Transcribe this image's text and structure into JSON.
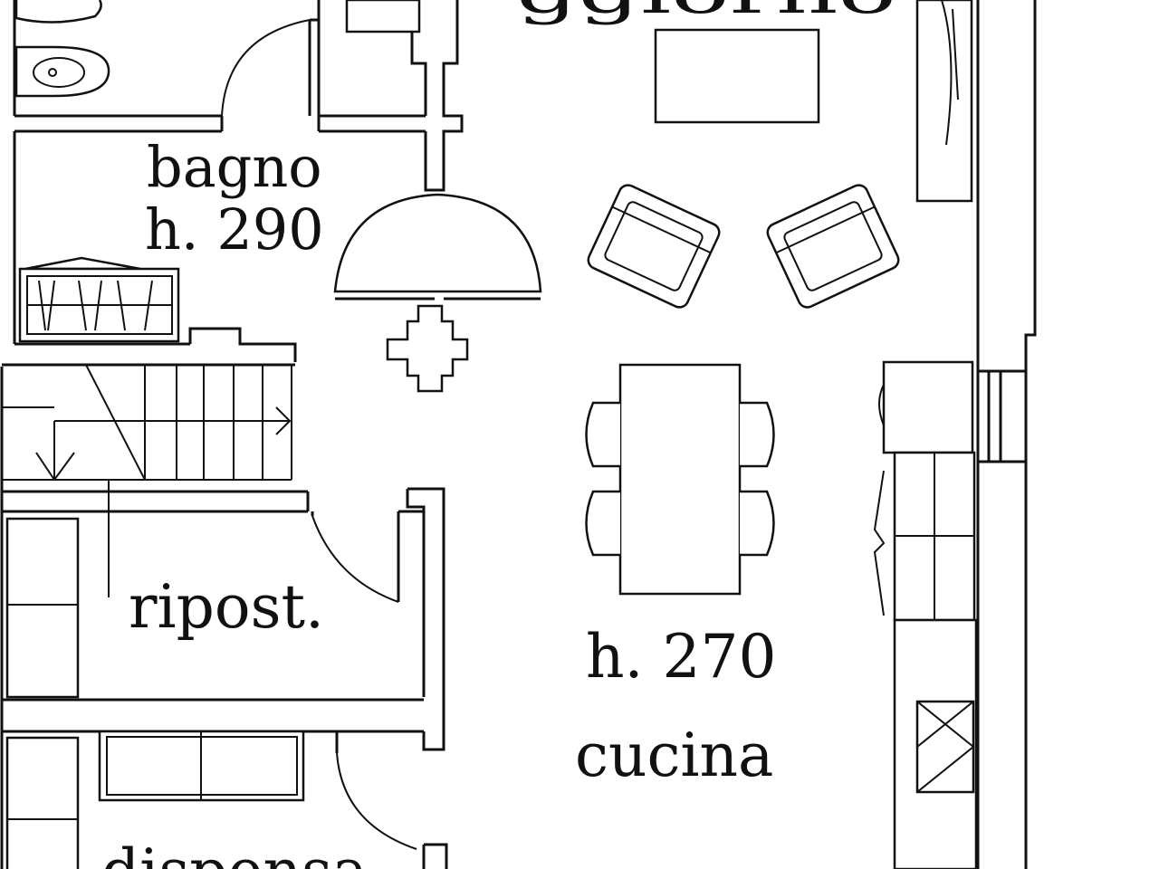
{
  "plan": {
    "rooms": {
      "soggiorno": {
        "label": "ggiorno"
      },
      "bagno": {
        "name": "bagno",
        "height": "h. 290"
      },
      "ripostiglio": {
        "name": "ripost."
      },
      "cucina": {
        "height": "h. 270",
        "name": "cucina"
      },
      "dispensa": {
        "name": "dispensa"
      }
    },
    "colors": {
      "ink": "#111111",
      "paper": "#ffffff"
    }
  }
}
